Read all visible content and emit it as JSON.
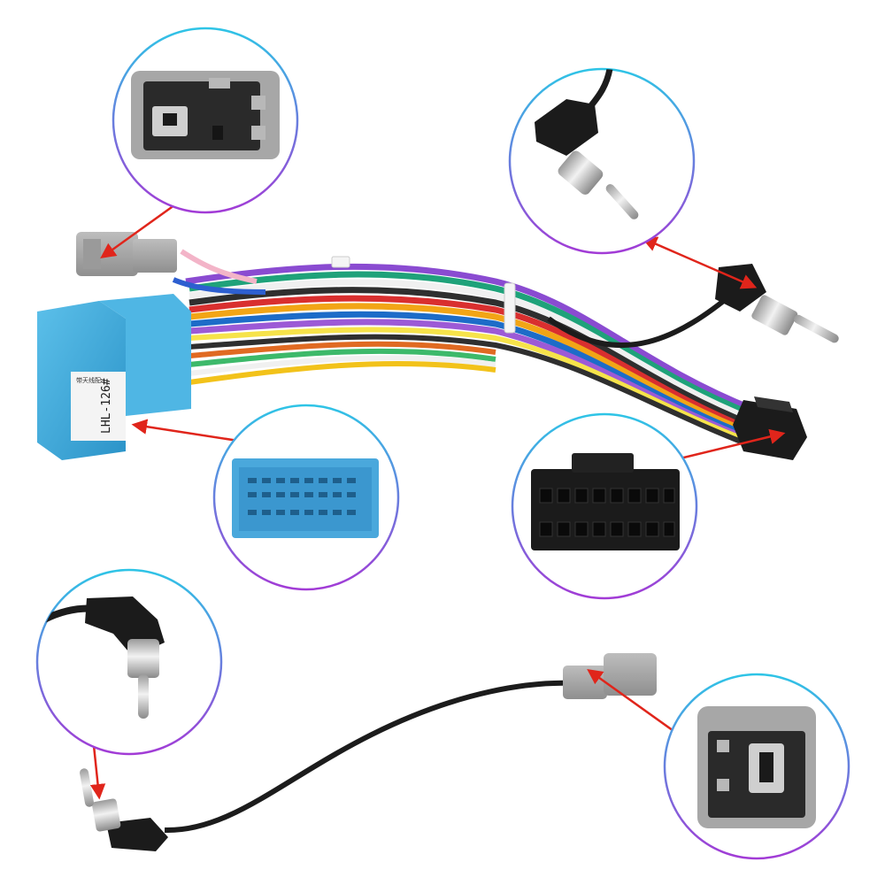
{
  "product": {
    "label_code": "LHL-126#",
    "label_chinese": "带天线配"
  },
  "colors": {
    "ring_start": "#2ec4e6",
    "ring_end": "#a23bd6",
    "arrow": "#e0251b",
    "blue_connector": "#3aa6d6",
    "gray_connector": "#a7a7a7",
    "black_connector": "#1b1b1b",
    "cable": "#1c1c1c"
  },
  "callouts": [
    {
      "id": "gray-antenna-plug-detail",
      "icon": "gray-socket-icon"
    },
    {
      "id": "angled-antenna-plug-detail",
      "icon": "antenna-plug-icon"
    },
    {
      "id": "blue-connector-detail",
      "icon": "blue-multipin-icon"
    },
    {
      "id": "black-connector-detail",
      "icon": "black-16pin-icon"
    },
    {
      "id": "antenna-plug-detail-bottom",
      "icon": "antenna-plug-icon"
    },
    {
      "id": "gray-socket-detail-bottom",
      "icon": "gray-socket-icon"
    }
  ]
}
